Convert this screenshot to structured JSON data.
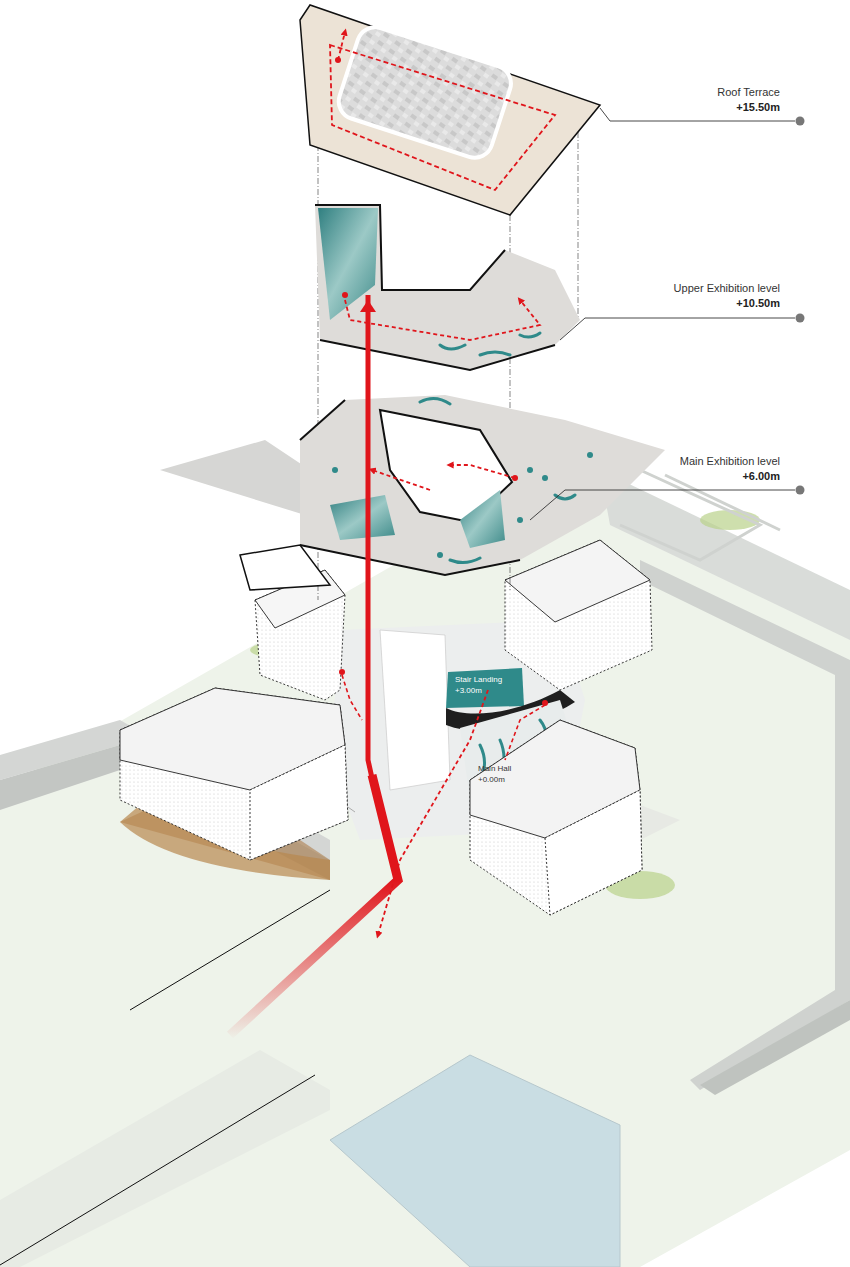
{
  "diagram": {
    "labels": [
      "Roof Terrace",
      "+15.50m",
      "Upper Exhibition level",
      "+10.50m",
      "Main Exhibition level",
      "+6.00m",
      "Stair Landing",
      "+3.00m",
      "Main Hall",
      "+0.00m"
    ]
  }
}
